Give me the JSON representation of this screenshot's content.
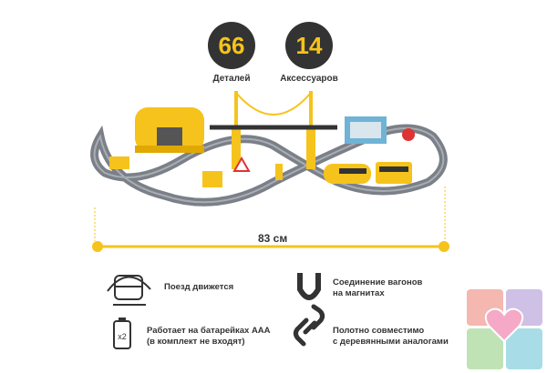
{
  "badges": [
    {
      "value": "66",
      "label": "Деталей"
    },
    {
      "value": "14",
      "label": "Аксессуаров"
    }
  ],
  "dimension": {
    "label": "83 см"
  },
  "features": [
    {
      "icon": "train-icon",
      "line1": "Поезд движется",
      "line2": ""
    },
    {
      "icon": "magnet-icon",
      "line1": "Соединение вагонов",
      "line2": "на магнитах"
    },
    {
      "icon": "battery-icon",
      "line1": "Работает на батарейках ААА",
      "line2": "(в комплект не входят)",
      "icon_text": "x2"
    },
    {
      "icon": "chain-link-icon",
      "line1": "Полотно совместимо",
      "line2": "с деревянными аналогами"
    }
  ],
  "colors": {
    "accent": "#f6c31c",
    "dark": "#333333",
    "track": "#7b8088"
  }
}
